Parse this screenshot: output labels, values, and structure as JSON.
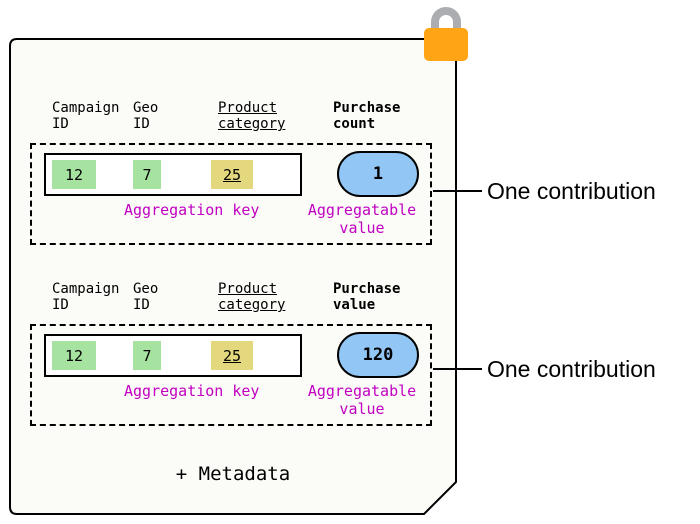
{
  "colors": {
    "paper-bg": "#FBFBF7",
    "green": "#A6E3A1",
    "yellow": "#E3D87E",
    "blue": "#92C7F5",
    "magenta": "#C100C1",
    "lock-body": "#FFA515",
    "lock-shackle": "#ABADB0"
  },
  "contributions": [
    {
      "headers": [
        {
          "text": "Campaign\nID"
        },
        {
          "text": "Geo\nID"
        },
        {
          "text": "Product\ncategory"
        },
        {
          "text": "Purchase\ncount"
        }
      ],
      "cells": [
        {
          "value": "12"
        },
        {
          "value": "7"
        },
        {
          "value": "25"
        }
      ],
      "key_label": "Aggregation key",
      "value": "1",
      "value_label": "Aggregatable\nvalue",
      "annotation": "One contribution"
    },
    {
      "headers": [
        {
          "text": "Campaign\nID"
        },
        {
          "text": "Geo\nID"
        },
        {
          "text": "Product\ncategory"
        },
        {
          "text": "Purchase\nvalue"
        }
      ],
      "cells": [
        {
          "value": "12"
        },
        {
          "value": "7"
        },
        {
          "value": "25"
        }
      ],
      "key_label": "Aggregation key",
      "value": "120",
      "value_label": "Aggregatable\nvalue",
      "annotation": "One contribution"
    }
  ],
  "footer": "+ Metadata"
}
